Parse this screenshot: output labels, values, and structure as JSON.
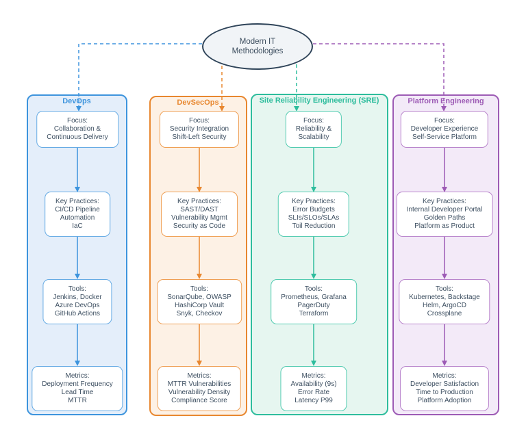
{
  "root_node": {
    "lines": [
      "Modern IT",
      "Methodologies"
    ],
    "border_color": "#2f4459",
    "fill_color": "#f1f4f7"
  },
  "columns": [
    {
      "id": "devops",
      "title": "DevOps",
      "accent": "#3d94dd",
      "fill": "#e4eefa",
      "box_border": "#66abe4",
      "boxes": [
        {
          "lines": [
            "Focus:",
            "Collaboration &",
            "Continuous Delivery"
          ]
        },
        {
          "lines": [
            "Key Practices:",
            "CI/CD Pipeline",
            "Automation",
            "IaC"
          ]
        },
        {
          "lines": [
            "Tools:",
            "Jenkins, Docker",
            "Azure DevOps",
            "GitHub Actions"
          ]
        },
        {
          "lines": [
            "Metrics:",
            "Deployment Frequency",
            "Lead Time",
            "MTTR"
          ]
        }
      ]
    },
    {
      "id": "devsecops",
      "title": "DevSecOps",
      "accent": "#e8872f",
      "fill": "#fdf1e5",
      "box_border": "#ef9f54",
      "boxes": [
        {
          "lines": [
            "Focus:",
            "Security Integration",
            "Shift-Left Security"
          ]
        },
        {
          "lines": [
            "Key Practices:",
            "SAST/DAST",
            "Vulnerability Mgmt",
            "Security as Code"
          ]
        },
        {
          "lines": [
            "Tools:",
            "SonarQube, OWASP",
            "HashiCorp Vault",
            "Snyk, Checkov"
          ]
        },
        {
          "lines": [
            "Metrics:",
            "MTTR Vulnerabilities",
            "Vulnerability Density",
            "Compliance Score"
          ]
        }
      ]
    },
    {
      "id": "sre",
      "title": "Site Reliability Engineering (SRE)",
      "accent": "#2ebd9d",
      "fill": "#e6f6f0",
      "box_border": "#52cbb0",
      "boxes": [
        {
          "lines": [
            "Focus:",
            "Reliability &",
            "Scalability"
          ]
        },
        {
          "lines": [
            "Key Practices:",
            "Error Budgets",
            "SLIs/SLOs/SLAs",
            "Toil Reduction"
          ]
        },
        {
          "lines": [
            "Tools:",
            "Prometheus, Grafana",
            "PagerDuty",
            "Terraform"
          ]
        },
        {
          "lines": [
            "Metrics:",
            "Availability (9s)",
            "Error Rate",
            "Latency P99"
          ]
        }
      ]
    },
    {
      "id": "platform",
      "title": "Platform Engineering",
      "accent": "#9d5bb5",
      "fill": "#f3eaf8",
      "box_border": "#b985cc",
      "boxes": [
        {
          "lines": [
            "Focus:",
            "Developer Experience",
            "Self-Service Platform"
          ]
        },
        {
          "lines": [
            "Key Practices:",
            "Internal Developer Portal",
            "Golden Paths",
            "Platform as Product"
          ]
        },
        {
          "lines": [
            "Tools:",
            "Kubernetes, Backstage",
            "Helm, ArgoCD",
            "Crossplane"
          ]
        },
        {
          "lines": [
            "Metrics:",
            "Developer Satisfaction",
            "Time to Production",
            "Platform Adoption"
          ]
        }
      ]
    }
  ]
}
